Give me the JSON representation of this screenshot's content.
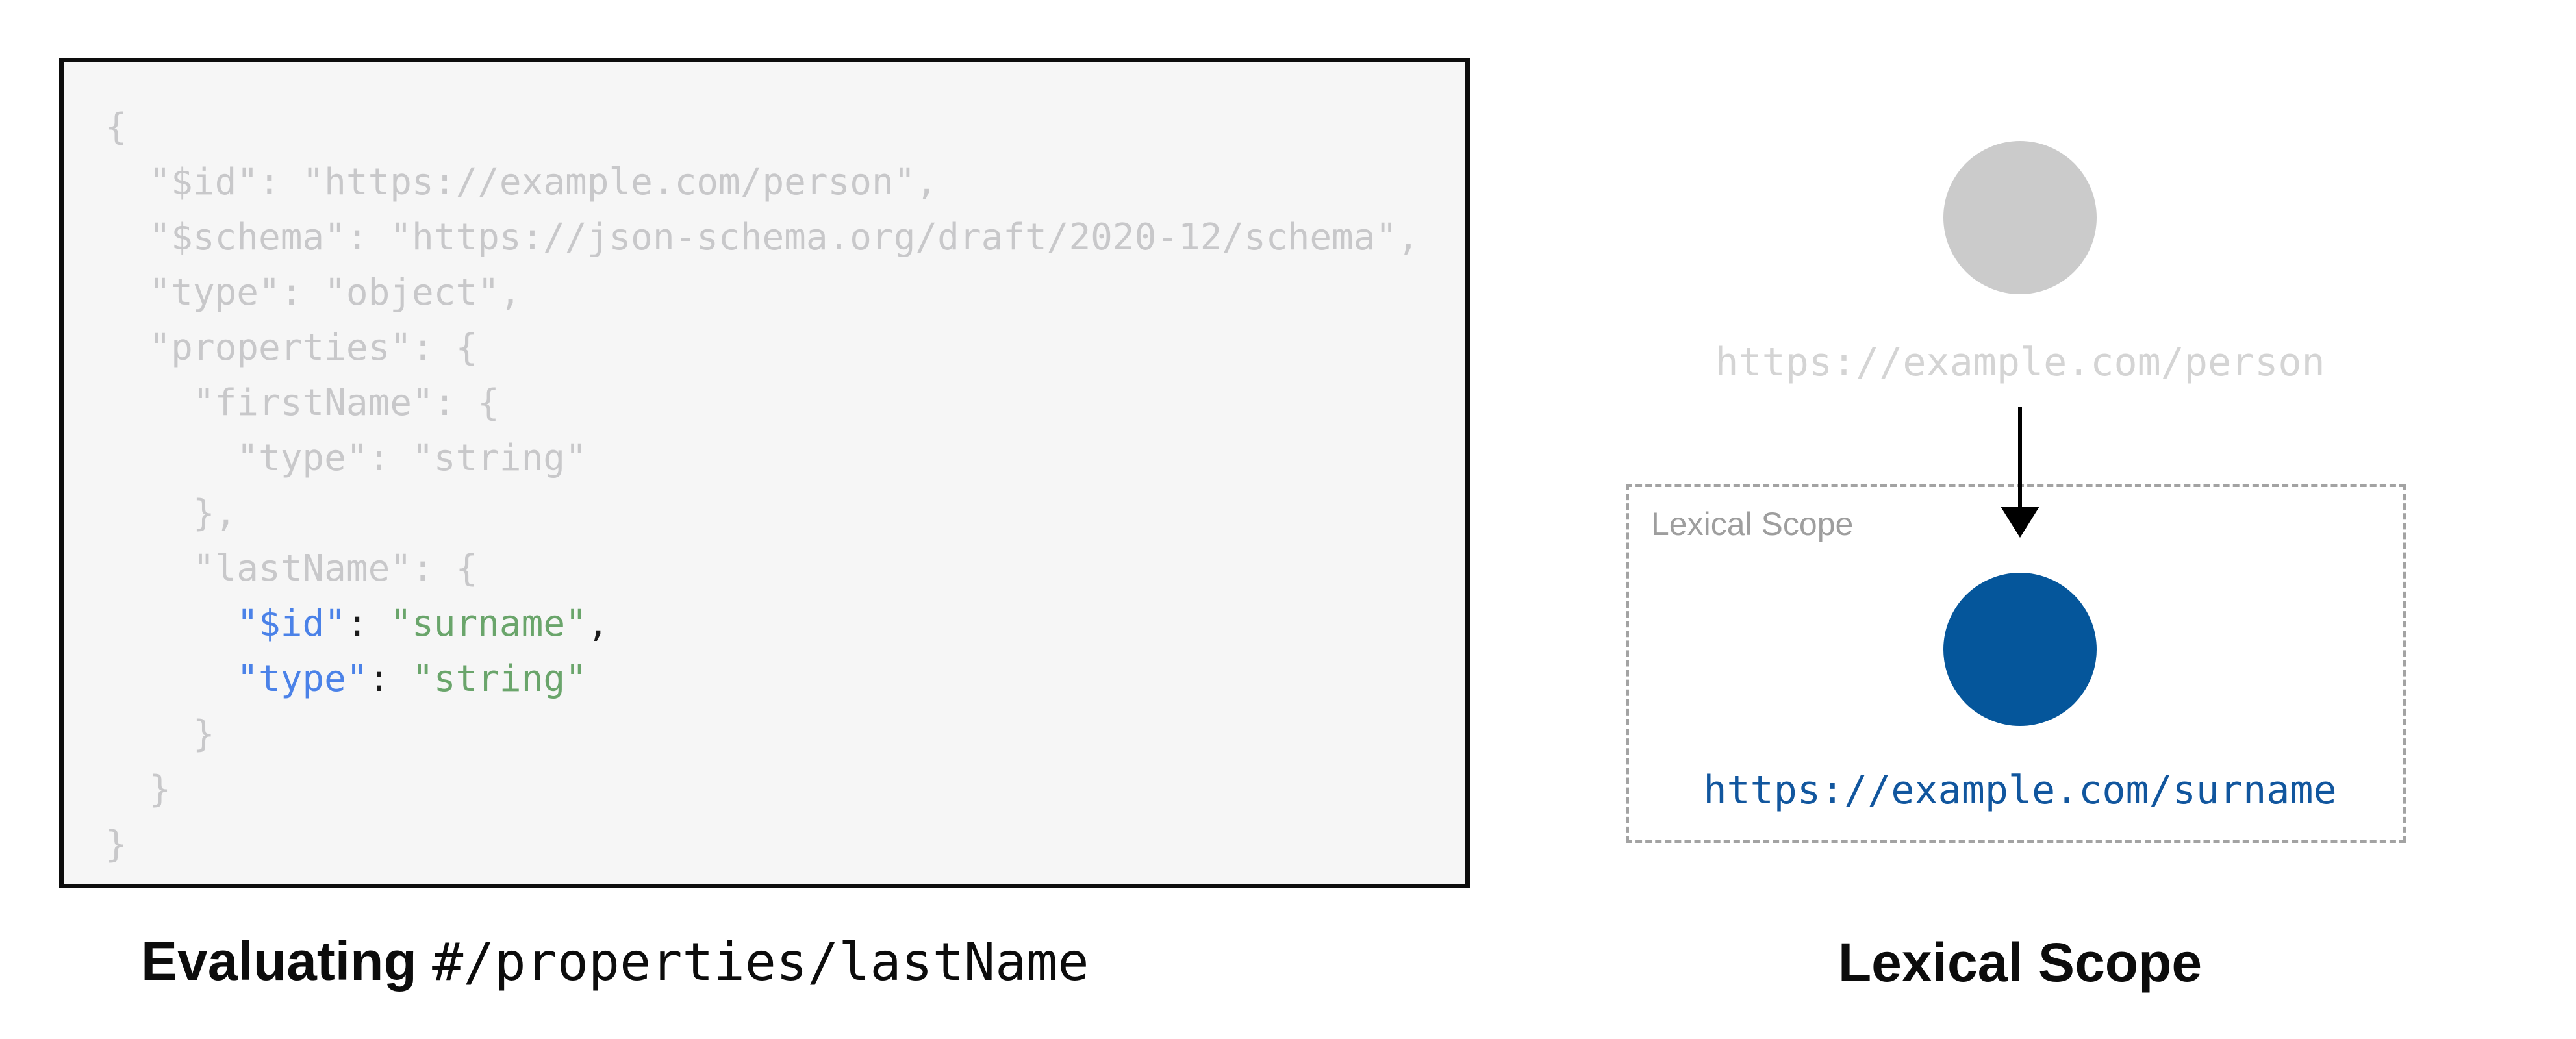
{
  "code_panel": {
    "lines": [
      [
        {
          "t": "{",
          "c": "muted"
        }
      ],
      [
        {
          "t": "  \"$id\": \"https://example.com/person\",",
          "c": "muted"
        }
      ],
      [
        {
          "t": "  \"$schema\": \"https://json-schema.org/draft/2020-12/schema\",",
          "c": "muted"
        }
      ],
      [
        {
          "t": "  \"type\": \"object\",",
          "c": "muted"
        }
      ],
      [
        {
          "t": "  \"properties\": {",
          "c": "muted"
        }
      ],
      [
        {
          "t": "    \"firstName\": {",
          "c": "muted"
        }
      ],
      [
        {
          "t": "      \"type\": \"string\"",
          "c": "muted"
        }
      ],
      [
        {
          "t": "    },",
          "c": "muted"
        }
      ],
      [
        {
          "t": "    \"lastName\": {",
          "c": "muted"
        }
      ],
      [
        {
          "t": "      ",
          "c": "muted"
        },
        {
          "t": "\"$id\"",
          "c": "key"
        },
        {
          "t": ": ",
          "c": "plain"
        },
        {
          "t": "\"surname\"",
          "c": "str"
        },
        {
          "t": ",",
          "c": "plain"
        }
      ],
      [
        {
          "t": "      ",
          "c": "muted"
        },
        {
          "t": "\"type\"",
          "c": "key"
        },
        {
          "t": ": ",
          "c": "plain"
        },
        {
          "t": "\"string\"",
          "c": "str"
        }
      ],
      [
        {
          "t": "    }",
          "c": "muted"
        }
      ],
      [
        {
          "t": "  }",
          "c": "muted"
        }
      ],
      [
        {
          "t": "}",
          "c": "muted"
        }
      ]
    ]
  },
  "left_caption": {
    "bold": "Evaluating ",
    "mono": "#/properties/lastName"
  },
  "scope": {
    "parent_uri": "https://example.com/person",
    "label": "Lexical Scope",
    "child_uri": "https://example.com/surname"
  },
  "right_caption": "Lexical Scope",
  "colors": {
    "code_background": "#f6f6f6",
    "code_border": "#0d0d0d",
    "code_muted_text": "#c8c8ca",
    "code_key_blue": "#4b82e8",
    "code_string_green": "#6aa56b",
    "code_punctuation_black": "#1b1b1b",
    "parent_node_gray": "#cbcbcb",
    "parent_uri_gray": "#d4d4d4",
    "child_node_blue": "#05569b",
    "child_uri_blue": "#11569e",
    "scope_border_gray": "#a3a3a3",
    "scope_label_gray": "#9e9e9e",
    "arrow_black": "#000000"
  }
}
